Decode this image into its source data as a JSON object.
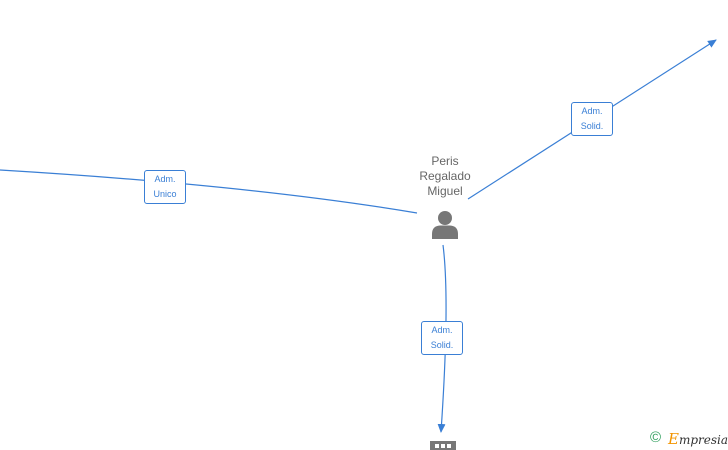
{
  "person": {
    "name_lines": [
      "Peris",
      "Regalado",
      "Miguel"
    ],
    "icon": "person-icon"
  },
  "edges": {
    "unico_label": [
      "Adm.",
      "Unico"
    ],
    "solid_top_label": [
      "Adm.",
      "Solid."
    ],
    "solid_bottom_label": [
      "Adm.",
      "Solid."
    ]
  },
  "company": {
    "icon": "building-icon"
  },
  "footer": {
    "copyright_symbol": "©",
    "brand_first_letter": "E",
    "brand_rest": "mpresia"
  },
  "colors": {
    "edge": "#3a7fd5",
    "node_icon": "#777777",
    "name_text": "#666666",
    "copyright": "#2e9e5b",
    "brand_accent": "#f29400"
  }
}
